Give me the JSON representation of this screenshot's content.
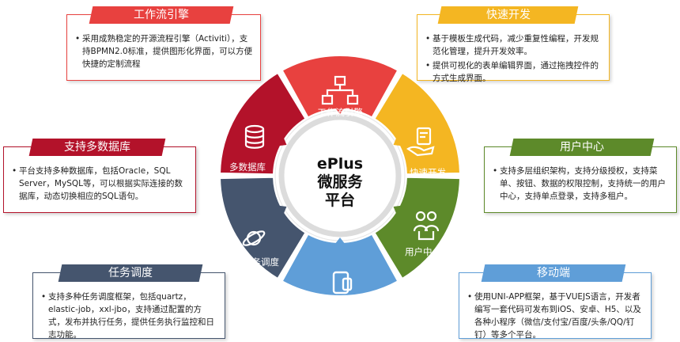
{
  "center": {
    "line1": "ePlus",
    "line2": "微服务",
    "line3": "平台"
  },
  "segments": {
    "workflow": "工作流引擎",
    "quick_dev": "快速开发",
    "user_center": "用户中心",
    "mobile": "移动端",
    "task": "任务调度",
    "multi_db": "多数据库"
  },
  "cards": {
    "workflow": {
      "title": "工作流引擎",
      "items": [
        "采用成熟稳定的开源流程引擎（Activiti），支持BPMN2.0标准，提供图形化界面，可以方便快捷的定制流程"
      ]
    },
    "quick_dev": {
      "title": "快速开发",
      "items": [
        "基于模板生成代码，减少重复性编程，开发规范化管理，提升开发效率。",
        "提供可视化的表单编辑界面，通过拖拽控件的方式生成界面。"
      ]
    },
    "multi_db": {
      "title": "支持多数据库",
      "items": [
        "平台支持多种数据库，包括Oracle，SQL Server，MySQL等，可以根据实际连接的数据库，动态切换相应的SQL语句。"
      ]
    },
    "user_center": {
      "title": "用户中心",
      "items": [
        "支持多层组织架构，支持分级授权，支持菜单、按钮、数据的权限控制，支持统一的用户中心，支持单点登录，支持多租户。"
      ]
    },
    "task": {
      "title": "任务调度",
      "items": [
        "支持多种任务调度框架，包括quartz，elastic-job，xxl-jbo，支持通过配置的方式，发布并执行任务，提供任务执行监控和日志功能。"
      ]
    },
    "mobile": {
      "title": "移动端",
      "items": [
        "使用UNI-APP框架，基于VUEJS语言，开发者编写一套代码可发布到iOS、安卓、H5、以及各种小程序（微信/支付宝/百度/头条/QQ/钉钉）等多个平台。"
      ]
    }
  },
  "colors": {
    "workflow": "#e8413f",
    "quick_dev": "#f4b622",
    "user_center": "#5d8a2a",
    "mobile": "#5f9ed8",
    "task": "#45556e",
    "multi_db": "#b3122a"
  }
}
